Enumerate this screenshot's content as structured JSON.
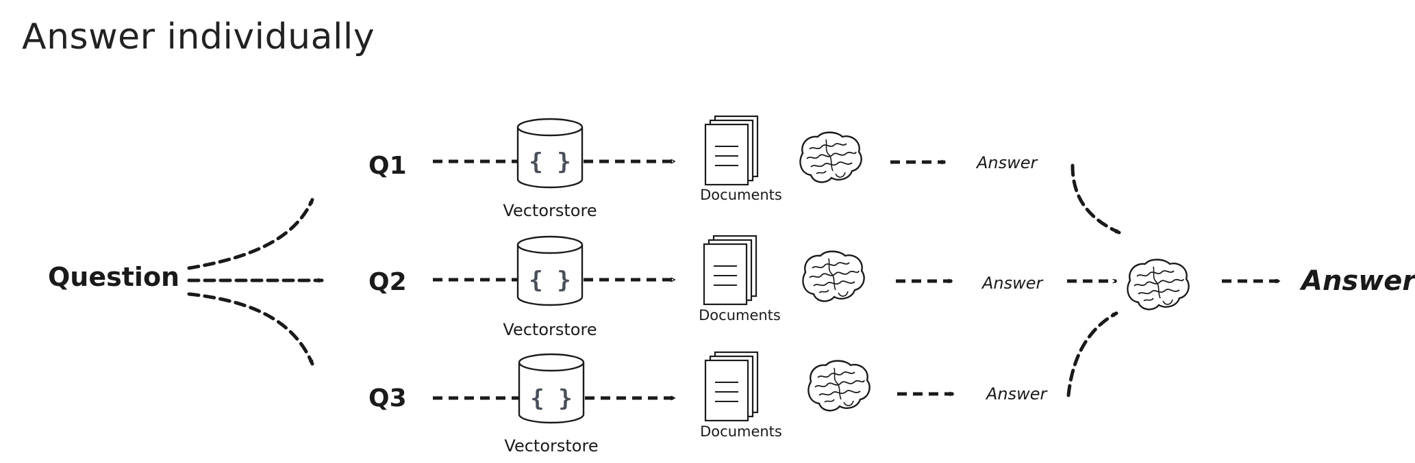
{
  "title": "Answer individually",
  "input": {
    "label": "Question"
  },
  "rows": [
    {
      "query": "Q1",
      "store_label": "Vectorstore",
      "store_symbol": "{ }",
      "docs_label": "Documents",
      "answer_label": "Answer"
    },
    {
      "query": "Q2",
      "store_label": "Vectorstore",
      "store_symbol": "{ }",
      "docs_label": "Documents",
      "answer_label": "Answer"
    },
    {
      "query": "Q3",
      "store_label": "Vectorstore",
      "store_symbol": "{ }",
      "docs_label": "Documents",
      "answer_label": "Answer"
    }
  ],
  "output": {
    "label": "Answer"
  },
  "icons": [
    "vectorstore-icon",
    "documents-icon",
    "brain-icon",
    "dashed-arrow-icon"
  ],
  "colors": {
    "ink": "#1a1a1a",
    "background": "#ffffff"
  }
}
